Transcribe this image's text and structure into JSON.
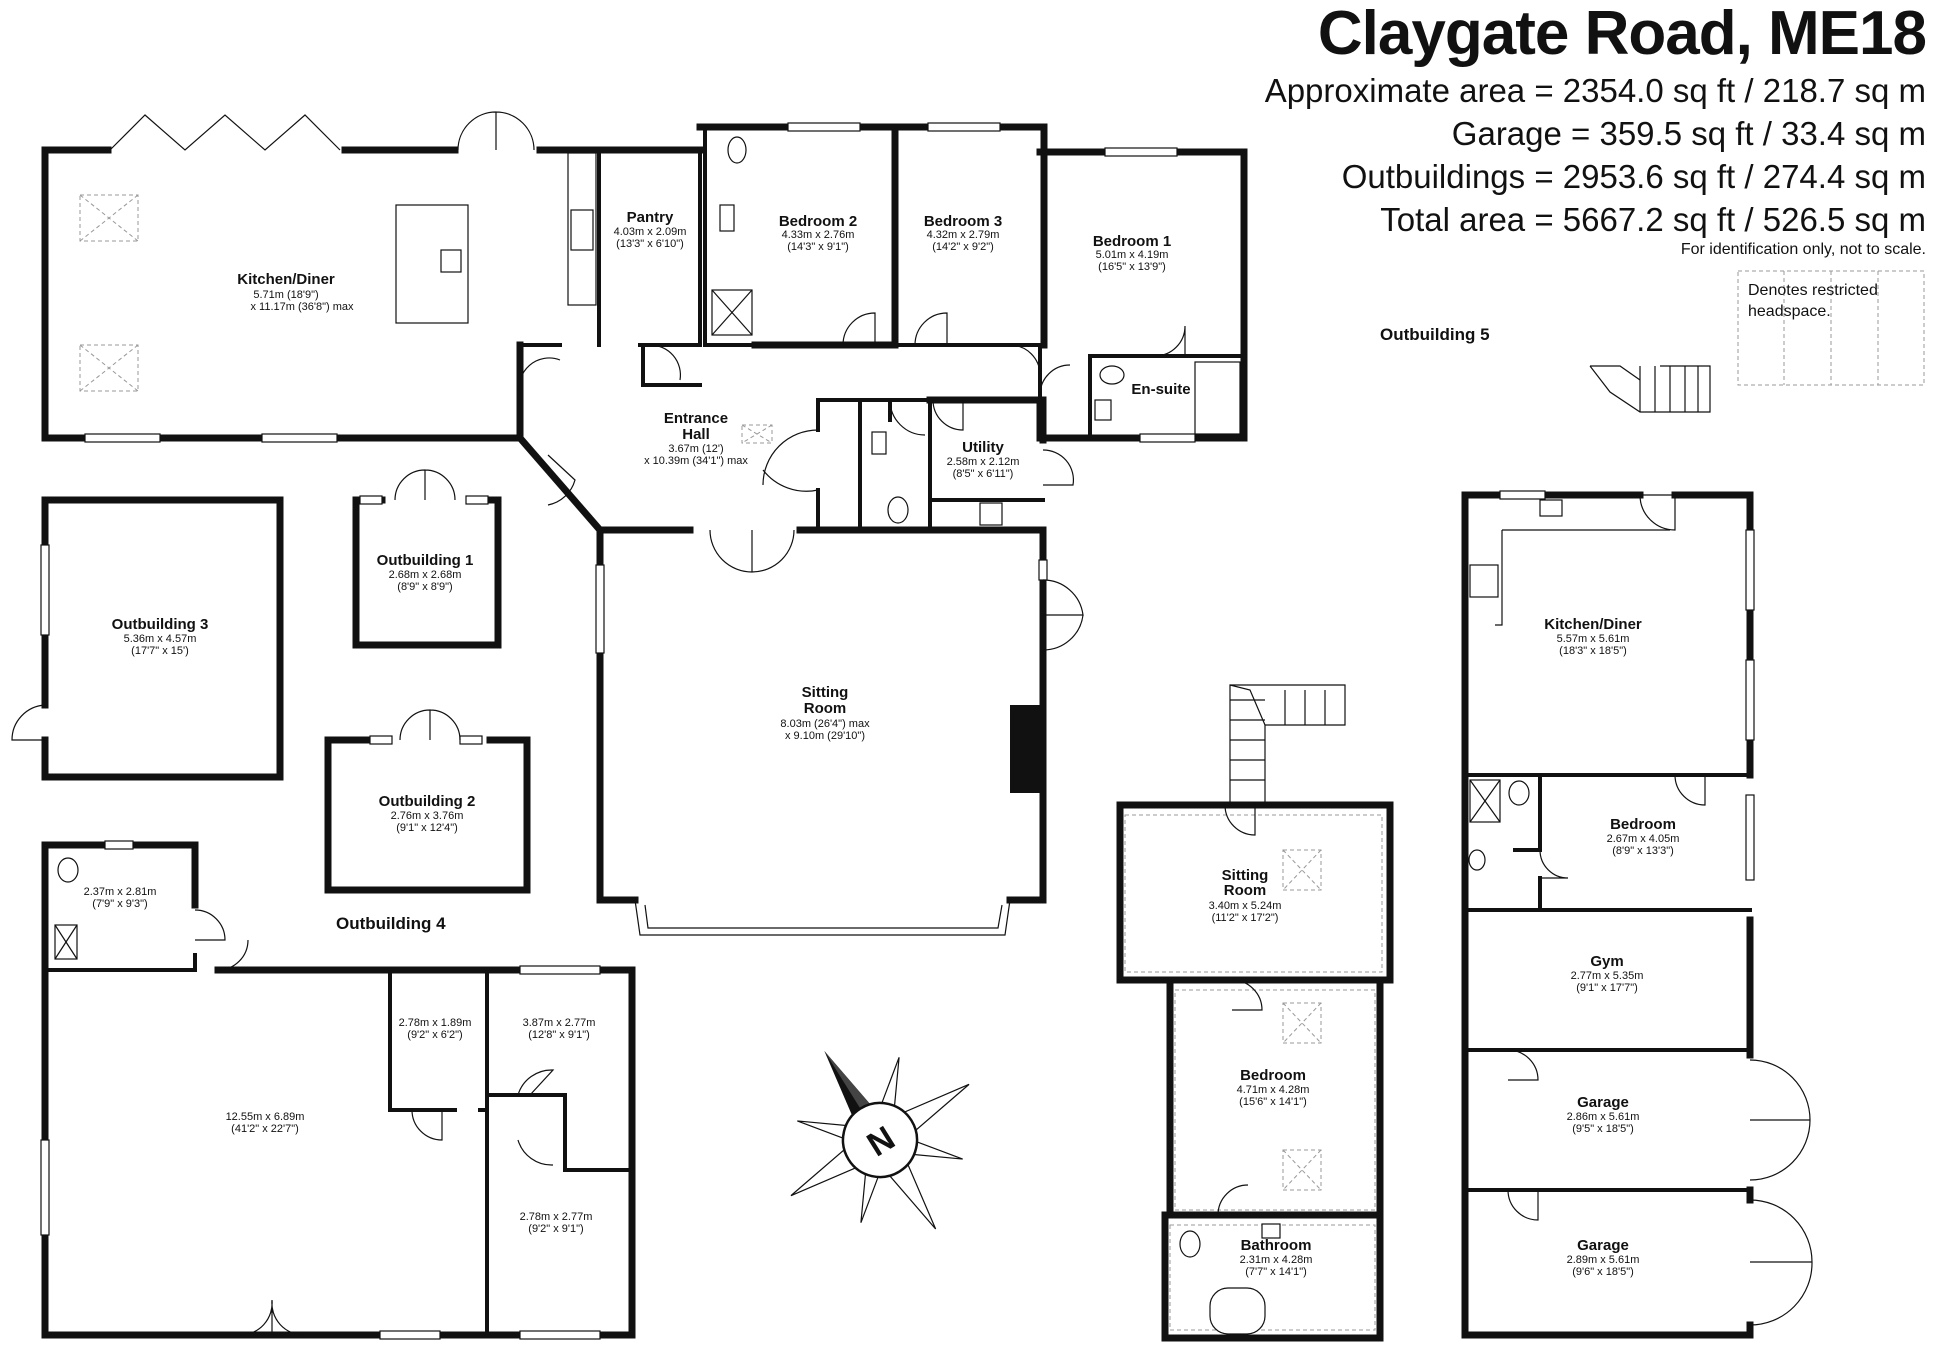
{
  "header": {
    "title": "Claygate Road, ME18",
    "areas": [
      "Approximate area = 2354.0 sq ft / 218.7 sq m",
      "Garage = 359.5 sq ft / 33.4 sq m",
      "Outbuildings = 2953.6 sq ft / 274.4 sq m",
      "Total area = 5667.2 sq ft / 526.5 sq m"
    ],
    "disclaimer": "For identification only, not to scale."
  },
  "legend": {
    "line1": "Denotes restricted",
    "line2": "headspace."
  },
  "building_labels": {
    "outbuilding4": "Outbuilding 4",
    "outbuilding5": "Outbuilding 5"
  },
  "rooms": {
    "kitchen_diner": {
      "name": "Kitchen/Diner",
      "d1": "5.71m (18'9\")",
      "d2": "x 11.17m (36'8\") max"
    },
    "pantry": {
      "name": "Pantry",
      "d1": "4.03m x 2.09m",
      "d2": "(13'3\" x 6'10\")"
    },
    "bedroom2": {
      "name": "Bedroom 2",
      "d1": "4.33m x 2.76m",
      "d2": "(14'3\" x 9'1\")"
    },
    "bedroom3": {
      "name": "Bedroom 3",
      "d1": "4.32m x 2.79m",
      "d2": "(14'2\" x 9'2\")"
    },
    "bedroom1": {
      "name": "Bedroom 1",
      "d1": "5.01m x 4.19m",
      "d2": "(16'5\" x 13'9\")"
    },
    "ensuite": {
      "name": "En-suite"
    },
    "entrance_hall": {
      "name1": "Entrance",
      "name2": "Hall",
      "d1": "3.67m (12')",
      "d2": "x 10.39m (34'1\") max"
    },
    "utility": {
      "name": "Utility",
      "d1": "2.58m x 2.12m",
      "d2": "(8'5\" x 6'11\")"
    },
    "sitting_room": {
      "name1": "Sitting",
      "name2": "Room",
      "d1": "8.03m (26'4\") max",
      "d2": "x 9.10m (29'10\")"
    },
    "outbuilding1": {
      "name": "Outbuilding 1",
      "d1": "2.68m x 2.68m",
      "d2": "(8'9\" x 8'9\")"
    },
    "outbuilding2": {
      "name": "Outbuilding 2",
      "d1": "2.76m x 3.76m",
      "d2": "(9'1\" x 12'4\")"
    },
    "outbuilding3": {
      "name": "Outbuilding 3",
      "d1": "5.36m x 4.57m",
      "d2": "(17'7\" x 15')"
    },
    "ob4_shower": {
      "d1": "2.37m x 2.81m",
      "d2": "(7'9\" x 9'3\")"
    },
    "ob4_main": {
      "d1": "12.55m x 6.89m",
      "d2": "(41'2\" x 22'7\")"
    },
    "ob4_store": {
      "d1": "2.78m x 1.89m",
      "d2": "(9'2\" x 6'2\")"
    },
    "ob4_room_a": {
      "d1": "3.87m x 2.77m",
      "d2": "(12'8\" x 9'1\")"
    },
    "ob4_room_b": {
      "d1": "2.78m x 2.77m",
      "d2": "(9'2\" x 9'1\")"
    },
    "upper_sitting": {
      "name1": "Sitting",
      "name2": "Room",
      "d1": "3.40m x 5.24m",
      "d2": "(11'2\" x 17'2\")"
    },
    "upper_bedroom": {
      "name": "Bedroom",
      "d1": "4.71m x 4.28m",
      "d2": "(15'6\" x 14'1\")"
    },
    "upper_bathroom": {
      "name": "Bathroom",
      "d1": "2.31m x 4.28m",
      "d2": "(7'7\" x 14'1\")"
    },
    "ob5_kitchen": {
      "name": "Kitchen/Diner",
      "d1": "5.57m x 5.61m",
      "d2": "(18'3\" x 18'5\")"
    },
    "ob5_bedroom": {
      "name": "Bedroom",
      "d1": "2.67m x 4.05m",
      "d2": "(8'9\" x 13'3\")"
    },
    "ob5_gym": {
      "name": "Gym",
      "d1": "2.77m x 5.35m",
      "d2": "(9'1\" x 17'7\")"
    },
    "ob5_garage1": {
      "name": "Garage",
      "d1": "2.86m x 5.61m",
      "d2": "(9'5\" x 18'5\")"
    },
    "ob5_garage2": {
      "name": "Garage",
      "d1": "2.89m x 5.61m",
      "d2": "(9'6\" x 18'5\")"
    }
  },
  "compass": {
    "letter": "N"
  },
  "colors": {
    "wall": "#111111",
    "background": "#ffffff",
    "restricted": "#999999"
  }
}
